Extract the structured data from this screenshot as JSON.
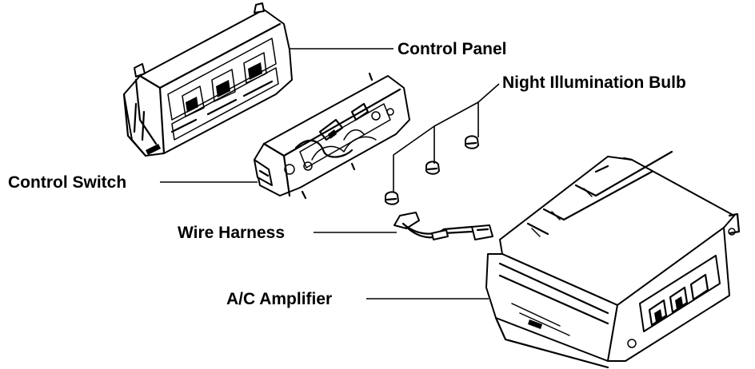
{
  "labels": {
    "control_panel": "Control Panel",
    "night_illumination_bulb": "Night Illumination Bulb",
    "control_switch": "Control Switch",
    "wire_harness": "Wire Harness",
    "ac_amplifier": "A/C Amplifier"
  },
  "colors": {
    "ink": "#000000",
    "background": "#ffffff"
  }
}
